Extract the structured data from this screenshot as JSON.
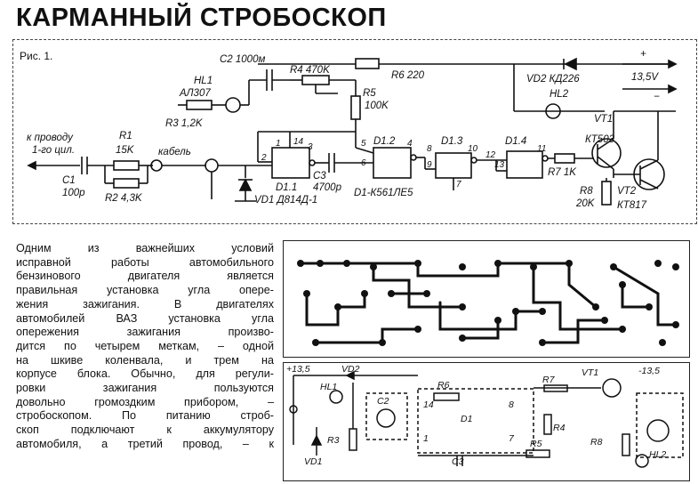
{
  "title": "КАРМАННЫЙ СТРОБОСКОП",
  "figure_label": "Рис. 1.",
  "schematic": {
    "labels": {
      "c2": "C2 1000м",
      "r4": "R4 470K",
      "r6": "R6 220",
      "vd2": "VD2 КД226",
      "plus": "+",
      "voltage": "13,5V",
      "minus": "−",
      "hl1": "HL1",
      "hl1_type": "АЛ307",
      "r3": "R3 1,2K",
      "r5": "R5",
      "r5_val": "100K",
      "hl2": "HL2",
      "vt1": "VT1",
      "vt1_type": "КТ503",
      "wire_to": "к проводу",
      "wire_cyl": "1-го цил.",
      "r1": "R1",
      "r1_val": "15K",
      "cable": "кабель",
      "c1": "C1",
      "c1_val": "100р",
      "r2": "R2 4,3K",
      "c3": "C3",
      "c3_val": "4700р",
      "d11": "D1.1",
      "vd1": "VD1 Д814Д-1",
      "d12": "D1.2",
      "d13": "D1.3",
      "d14": "D1.4",
      "d1_type": "D1-К561ЛЕ5",
      "r7": "R7 1K",
      "r8": "R8",
      "r8_val": "20K",
      "vt2": "VT2",
      "vt2_type": "КТ817",
      "pin_1": "1",
      "pin_2": "2",
      "pin_14": "14",
      "pin_3": "3",
      "pin_5": "5",
      "pin_6": "6",
      "pin_4": "4",
      "pin_8": "8",
      "pin_9": "9",
      "pin_10": "10",
      "pin_7": "7",
      "pin_12": "12",
      "pin_13": "13",
      "pin_11": "11"
    }
  },
  "assembly": {
    "labels": {
      "plus135": "+13,5",
      "vd2": "VD2",
      "r6": "R6",
      "r7": "R7",
      "vt1": "VT1",
      "minus135": "-13,5",
      "hl1": "HL1",
      "c2": "C2",
      "p14": "14",
      "d1": "D1",
      "p8": "8",
      "r3": "R3",
      "r4": "R4",
      "p1": "1",
      "p7": "7",
      "r5": "R5",
      "r8": "R8",
      "vd1": "VD1",
      "c3": "C3",
      "hl2": "HL2"
    }
  },
  "paragraph_lines": [
    "Одним из важнейших условий",
    "исправной работы автомобильного",
    "бензинового двигателя является",
    "правильная установка угла опере-",
    "жения зажигания. В двигателях",
    "автомобилей ВАЗ установка угла",
    "опережения зажигания произво-",
    "дится по четырем меткам, – одной",
    "на шкиве коленвала, и трем на",
    "корпусе блока. Обычно, для регули-",
    "ровки зажигания пользуются",
    "довольно громоздким прибором, –",
    "стробоскопом. По питанию строб-",
    "скоп подключают к аккумулятору",
    "автомобиля, а третий провод, – к"
  ]
}
